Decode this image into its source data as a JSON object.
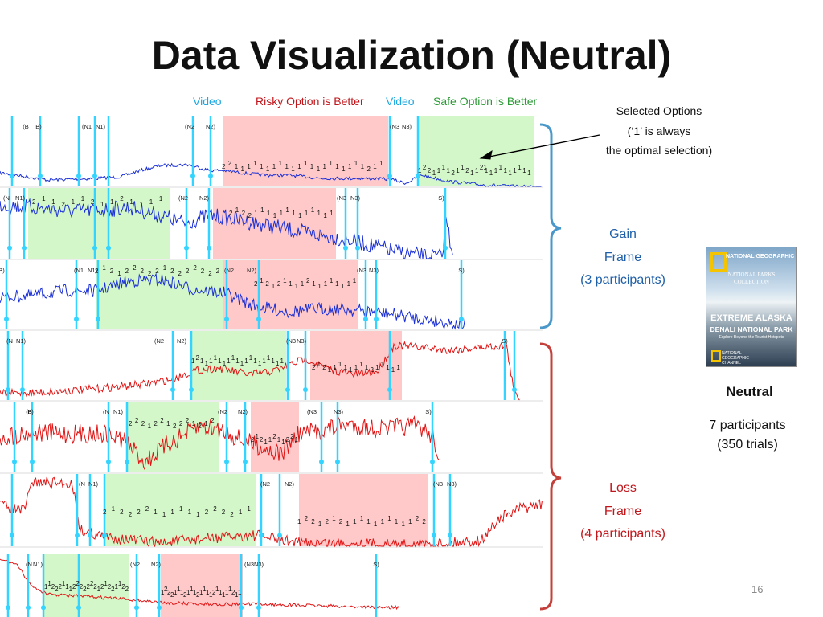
{
  "slide": {
    "title": "Data Visualization (Neutral)",
    "page_number": "16"
  },
  "legend": {
    "video1": "Video",
    "risky": "Risky Option is Better",
    "video2": "Video",
    "safe": "Safe Option is Better"
  },
  "selected_note": {
    "line1": "Selected Options",
    "line2": "(‘1’ is always",
    "line3": "the optimal selection)"
  },
  "gain_frame": {
    "line1": "Gain",
    "line2": "Frame",
    "line3": "(3 participants)"
  },
  "loss_frame": {
    "line1": "Loss",
    "line2": "Frame",
    "line3": "(4 participants)"
  },
  "condition": {
    "label": "Neutral",
    "participants": "7 participants\n(350 trials)"
  },
  "book_cover": {
    "publisher": "NATIONAL GEOGRAPHIC",
    "series": "NATIONAL PARKS\nCOLLECTION",
    "title_line1": "EXTREME ALASKA",
    "title_line2": "DENALI NATIONAL PARK",
    "tagline": "Explore Beyond the Tourist Hotspots",
    "publisher_small": "NATIONAL\nGEOGRAPHIC\nCHANNEL"
  },
  "colors": {
    "video_line": "#33d4ff",
    "risky_band": "#ffc9c9",
    "safe_band": "#d3f7c8",
    "gain_trace": "#1a2fd6",
    "loss_trace": "#e01414",
    "gain_bracket": "#4a97c9",
    "loss_bracket": "#c4403a"
  },
  "chart_data": {
    "type": "line",
    "panels": [
      {
        "frame": "gain",
        "markers": [
          "(B",
          "B)",
          "(N1",
          "N1)",
          "(N2",
          "N2)",
          "(N3",
          "N3)"
        ],
        "selections_risky": "1 2 2 1 1 1 1 2 1 1 2 1 1 21 1 1 1 1 1 1 1 1 1 1",
        "selections_safe": "2 2 1 1 1 1 1 1 1 1 1 1 1 1 1 1 1 1 1 1 1 1 1 2 1 1"
      },
      {
        "frame": "gain",
        "markers": [
          "(N",
          "N1)",
          "(N2",
          "N2)",
          "(N3",
          "N3)",
          "S)"
        ],
        "selections_safe": "2 1 1 2 1 1 2 1 1 2 1 1 1 1",
        "selections_risky": "2 1 2 2 1 1 1 1 1 1 1 1 1 1 1 1 1"
      },
      {
        "frame": "gain",
        "markers": [
          "B)",
          "(N1",
          "N1)",
          "(N2",
          "N2)",
          "(N3",
          "N3)",
          "S)"
        ],
        "selections_safe": "2 1 2 1 2 2 2 2 2 1 2 2 2 2 2 2 2",
        "selections_risky": "2 1 2 1 2 1 1 1 1 2 1 1 1 1 1 1 1 1"
      },
      {
        "frame": "loss",
        "markers": [
          "(N",
          "N1)",
          "(N2",
          "N2)",
          "(N3",
          "N3)",
          "S)"
        ],
        "selections_safe": "1 2 1 1 1 1 1 1 1 1 1 1 1 1 1 1 1 1 1 1 1",
        "selections_risky": "2 1 2 1 1 1 1 1 1 1 1 2 1 1 1 1 1"
      },
      {
        "frame": "loss",
        "markers": [
          "(B",
          "B)",
          "(N",
          "N1)",
          "(N2",
          "N2)",
          "(N3",
          "N3)",
          "S)"
        ],
        "selections_safe": "2 2 2 1 2 2 1 2 2 2 1 2 1 2",
        "selections_risky": "2 1 2 1 1 2 1 1 2 2 1"
      },
      {
        "frame": "loss",
        "markers": [
          "(N",
          "N1)",
          "(N2",
          "N2)",
          "(N3",
          "N3)"
        ],
        "selections_safe": "2 1 2 2 2 2 1 1 1 1 1 1 2 2 2 2 1 1",
        "selections_risky": "1 2 2 1 2 1 2 1 1 1 1 1 1 1 1 1 1 2 2"
      },
      {
        "frame": "loss",
        "markers": [
          "(N",
          "N1)",
          "(N2",
          "N2)",
          "(N3",
          "N3)",
          "S)"
        ],
        "selections_safe": "1 1 2 2 2 1 1 1 2 2 2 2 2 2 2 1 2 1 2 2 1 1 2 2",
        "selections_risky": "1 2 2 2 1 1 1 2 1 1 1 2 1 1 1 1 2 1 1 1 1 1 2 1 1"
      }
    ]
  }
}
